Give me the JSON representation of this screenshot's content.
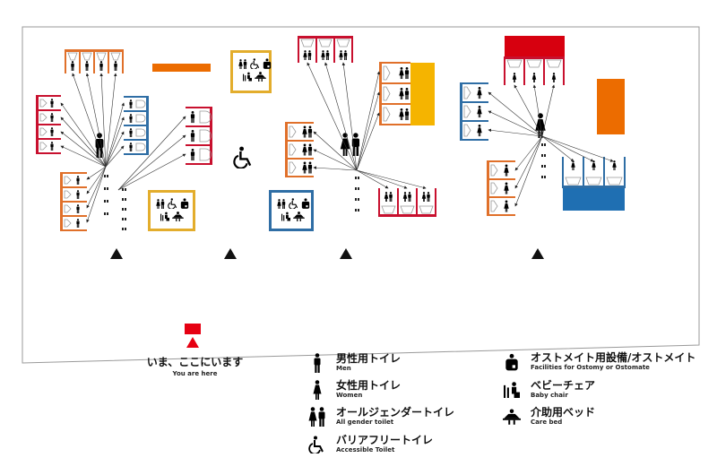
{
  "you_are_here": {
    "jp": "いま、ここにいます",
    "en": "You are here"
  },
  "legend": [
    {
      "icon": "man-icon",
      "jp": "男性用トイレ",
      "en": "Men"
    },
    {
      "icon": "woman-icon",
      "jp": "女性用トイレ",
      "en": "Women"
    },
    {
      "icon": "all-gender-icon",
      "jp": "オールジェンダートイレ",
      "en": "All gender toilet"
    },
    {
      "icon": "wheelchair-icon",
      "jp": "バリアフリートイレ",
      "en": "Accessible Toilet"
    },
    {
      "icon": "ostomate-icon",
      "jp": "オストメイト用設備/オストメイト",
      "en": "Facilities for Ostomy or Ostomate"
    },
    {
      "icon": "baby-chair-icon",
      "jp": "ベビーチェア",
      "en": "Baby chair"
    },
    {
      "icon": "care-bed-icon",
      "jp": "介助用ベッド",
      "en": "Care bed"
    }
  ],
  "colors": {
    "orange": "#e0702a",
    "red": "#c8102e",
    "blue": "#2f6ea5",
    "yellow": "#e3ad2c",
    "here": "#e60012"
  }
}
